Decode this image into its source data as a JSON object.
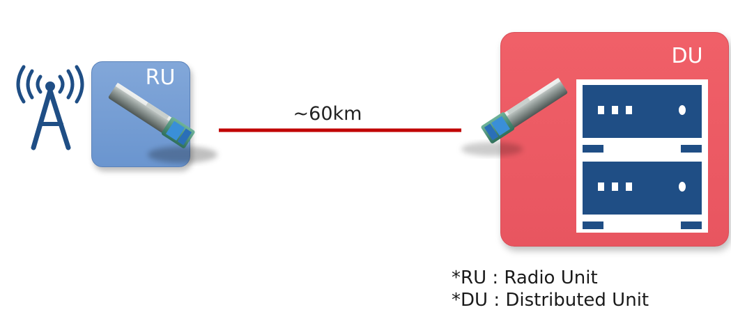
{
  "ru": {
    "label": "RU"
  },
  "du": {
    "label": "DU"
  },
  "link": {
    "distance_label": "~60km",
    "color": "#c00000"
  },
  "notes": [
    "*RU : Radio Unit",
    "*DU : Distributed Unit"
  ],
  "colors": {
    "ru_box": "#759ed3",
    "du_box": "#ec5a63",
    "server": "#1f4e85",
    "antenna": "#1f4e85"
  },
  "icons": [
    "antenna-tower-icon",
    "sfp-transceiver-icon",
    "server-rack-icon"
  ]
}
